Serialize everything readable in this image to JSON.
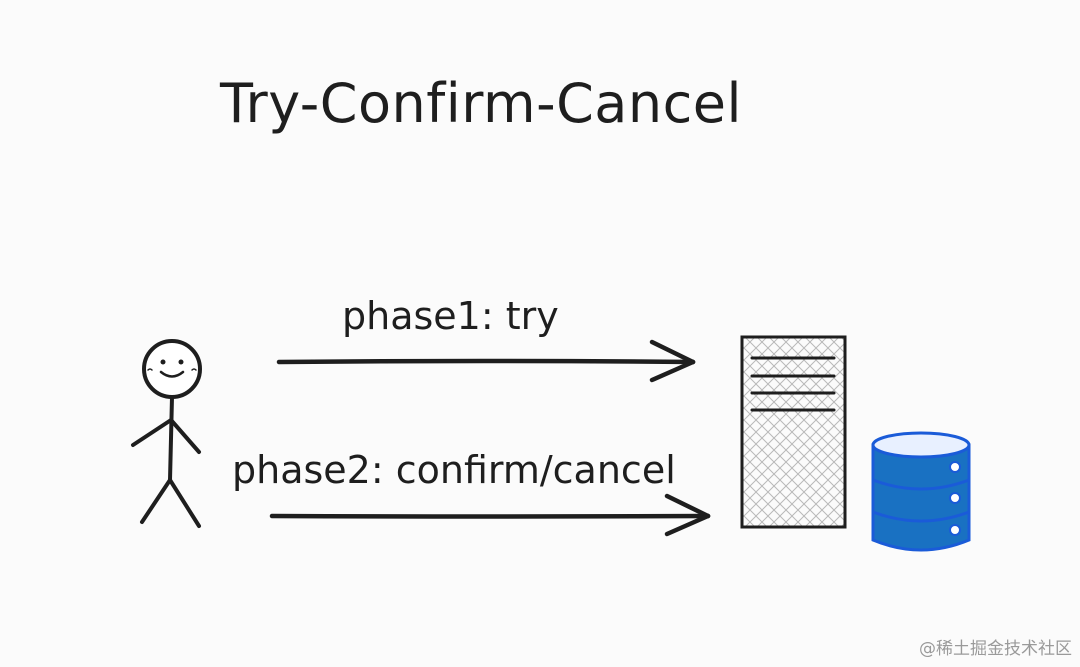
{
  "title": "Try-Confirm-Cancel",
  "arrows": {
    "phase1_label": "phase1: try",
    "phase2_label": "phase2: confirm/cancel"
  },
  "icons": {
    "user": "stick-figure-icon",
    "server": "server-icon",
    "database": "database-icon"
  },
  "colors": {
    "ink": "#1e1e1e",
    "database_fill": "#1971c2",
    "database_stroke": "#1a5bd8"
  },
  "watermark": "@稀土掘金技术社区"
}
